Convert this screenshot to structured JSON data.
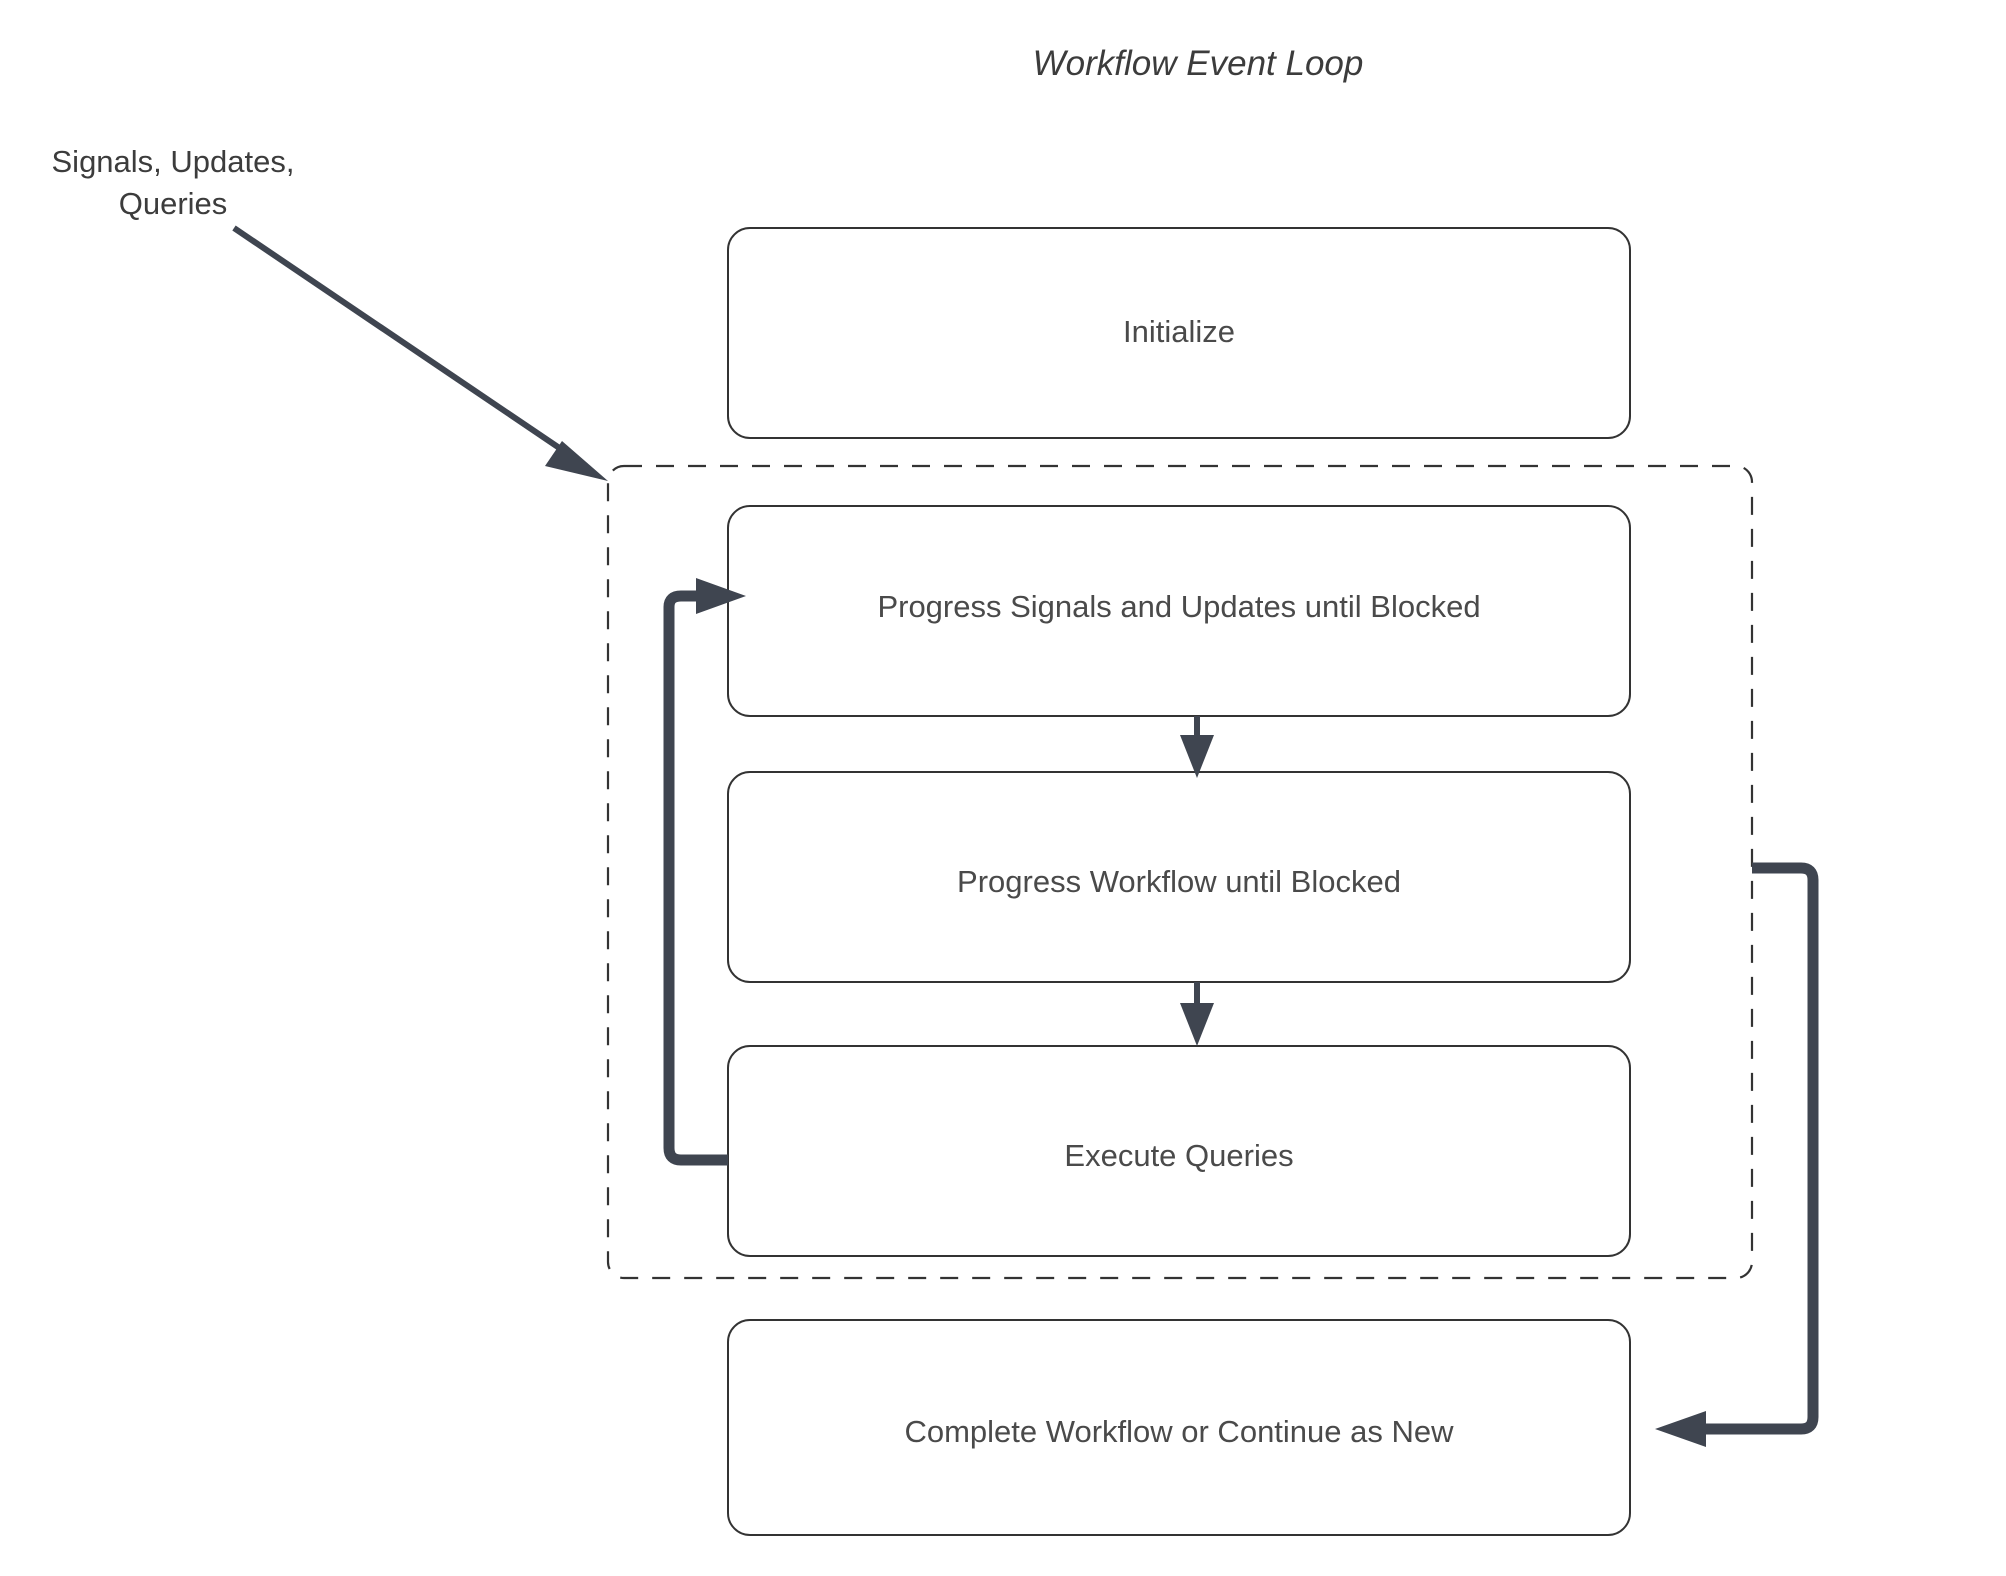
{
  "diagram": {
    "title": "Workflow Event Loop",
    "type": "flowchart",
    "background_color": "#ffffff",
    "node_fill": "#ffffff",
    "node_stroke": "#333333",
    "edge_color": "#3f4550",
    "text_color": "#4a4a4a",
    "nodes": [
      {
        "id": "initialize",
        "label": "Initialize",
        "shape": "rounded-rect",
        "group": "none"
      },
      {
        "id": "progress-signals",
        "label": "Progress Signals and Updates until Blocked",
        "shape": "rounded-rect",
        "group": "event-loop"
      },
      {
        "id": "progress-workflow",
        "label": "Progress Workflow until Blocked",
        "shape": "rounded-rect",
        "group": "event-loop"
      },
      {
        "id": "execute-queries",
        "label": "Execute Queries",
        "shape": "rounded-rect",
        "group": "event-loop"
      },
      {
        "id": "complete-workflow",
        "label": "Complete Workflow or Continue as New",
        "shape": "rounded-rect",
        "group": "none"
      }
    ],
    "group_frame": {
      "id": "event-loop",
      "label": "",
      "style": "dashed"
    },
    "edges": [
      {
        "id": "external-input",
        "from": "external",
        "to": "event-loop",
        "label": "Signals, Updates,\nQueries",
        "style": "diagonal-thin"
      },
      {
        "id": "signals-to-workflow",
        "from": "progress-signals",
        "to": "progress-workflow",
        "label": "",
        "style": "straight-thin"
      },
      {
        "id": "workflow-to-queries",
        "from": "progress-workflow",
        "to": "execute-queries",
        "label": "",
        "style": "straight-thin"
      },
      {
        "id": "queries-loop-back",
        "from": "execute-queries",
        "to": "progress-signals",
        "label": "",
        "style": "elbow-thick-left"
      },
      {
        "id": "loop-to-complete",
        "from": "event-loop",
        "to": "complete-workflow",
        "label": "",
        "style": "elbow-thick-right"
      }
    ],
    "edge_label_external_line1": "Signals, Updates,",
    "edge_label_external_line2": "Queries"
  }
}
